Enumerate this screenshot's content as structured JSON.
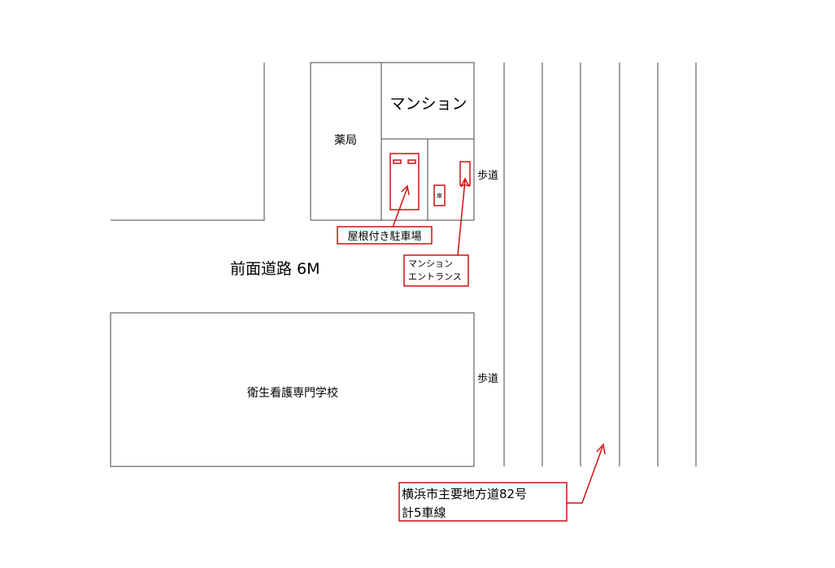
{
  "map": {
    "buildings": {
      "pharmacy": "薬局",
      "mansion": "マンション",
      "school": "衛生看護専門学校",
      "door": "扉"
    },
    "roads": {
      "front_road": "前面道路 6M",
      "sidewalk_upper": "歩道",
      "sidewalk_lower": "歩道"
    },
    "callouts": {
      "parking": "屋根付き駐車場",
      "entrance_line1": "マンション",
      "entrance_line2": "エントランス",
      "main_road_line1": "横浜市主要地方道82号",
      "main_road_line2": "計5車線"
    },
    "colors": {
      "callout": "#cc1111",
      "line": "#444444"
    }
  }
}
